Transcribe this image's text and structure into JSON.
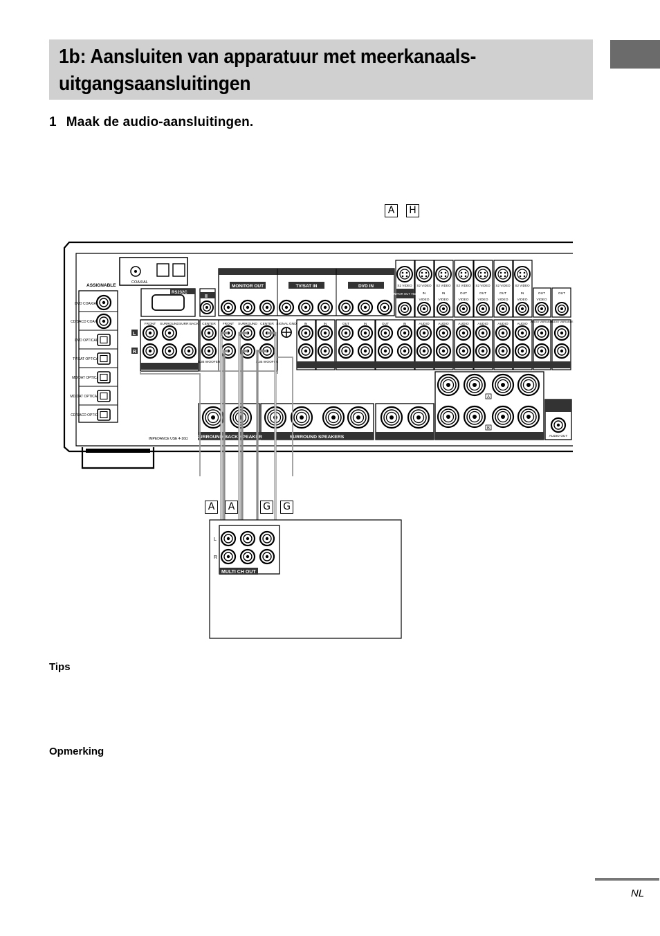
{
  "page": {
    "title_line1": "1b: Aansluiten van apparatuur met meerkanaals-",
    "title_line2": "uitgangsaansluitingen",
    "step_number": "1",
    "step_text": "Maak de audio-aansluitingen.",
    "cable_letters_top": [
      "A",
      "H"
    ],
    "cable_letters_bottom": [
      "A",
      "A",
      "G",
      "G"
    ],
    "tips_heading": "Tips",
    "note_heading": "Opmerking",
    "footer_lang": "NL"
  },
  "panel": {
    "assignable": "ASSIGNABLE",
    "coaxial": "COAXIAL",
    "rs232c": "RS232C",
    "roman_ii": "II",
    "monitor_out": "MONITOR OUT",
    "tv_sat_in": "TV/SAT IN",
    "dvd_in": "DVD IN",
    "signal_gnd": "SIGNAL GND",
    "digital_inputs": [
      "DVD COAXIAL IN",
      "CD/SACD COAXIAL IN",
      "DVD OPTICAL IN",
      "TV/SAT OPTICAL IN",
      "MD/DAT OPTICAL IN",
      "MD/DAT OPTICAL OUT",
      "CD/SACD OPTICAL IN"
    ],
    "row_l": "L",
    "row_r": "R",
    "preout_labels": [
      "FRONT",
      "SURROUND",
      "SURR BACK",
      "CENTER"
    ],
    "multi_in_labels": [
      "FRONT",
      "SURROUND",
      "CENTER"
    ],
    "sub_woofer": "SUB WOOFER",
    "jack_group_labels": [
      "IN",
      "IN",
      "OUT",
      "IN",
      "OUT",
      "IN"
    ],
    "s2_video": "S2 VIDEO",
    "monitor_out_video": "MONITOR OUT VIDEO",
    "video_col_top": [
      "IN",
      "OUT",
      "OUT",
      "IN",
      "OUT",
      "OUT"
    ],
    "video": "VIDEO",
    "audio": "AUDIO",
    "audio_variable": "AUDIO VARIABLE",
    "audio_out": "AUDIO OUT",
    "speaker_a": "A",
    "speaker_b": "B",
    "surround_back_speaker": "SURROUND BACK SPEAKER",
    "surround_speakers": "SURROUND SPEAKERS",
    "impedance": "IMPEDANCE USE 4-16Ω"
  },
  "device": {
    "row_l": "L",
    "row_r": "R",
    "multi_ch_out": "MULTI CH OUT"
  },
  "colors": {
    "title_bg": "#d0d0d0",
    "corner_tab": "#6b6b6b",
    "cable": "#8c8c8c",
    "panel_label_bg": "#333333"
  }
}
